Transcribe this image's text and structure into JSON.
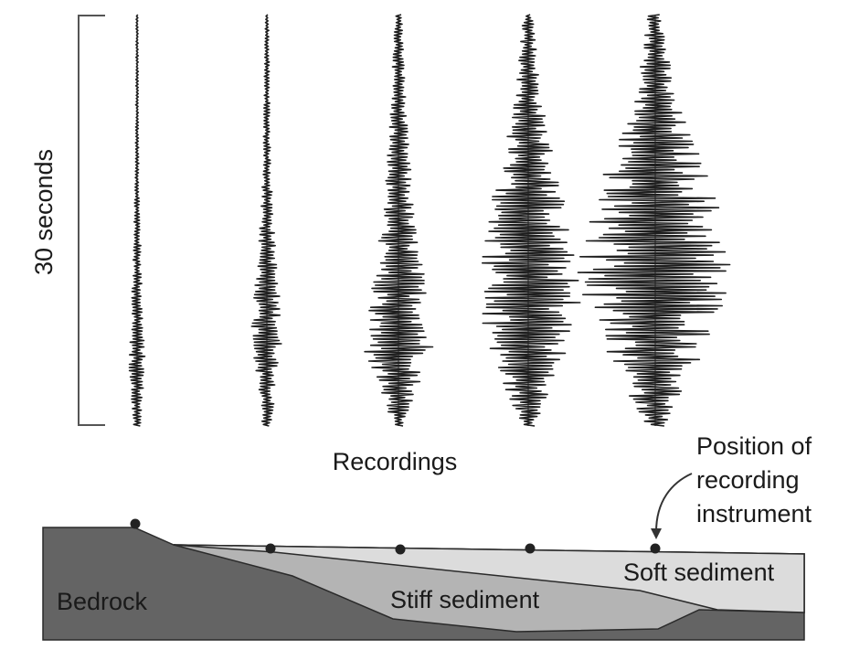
{
  "time_scale": {
    "label": "30 seconds"
  },
  "recordings_label": "Recordings",
  "instrument_callout": {
    "lines": [
      "Position of",
      "recording",
      "instrument"
    ]
  },
  "layers": {
    "bedrock": "Bedrock",
    "stiff": "Stiff sediment",
    "soft": "Soft sediment"
  },
  "colors": {
    "bedrock": "#646464",
    "stiff": "#b4b4b4",
    "soft": "#dcdcdc",
    "trace": "#1e1e1e",
    "outline": "#2a2a2a"
  },
  "traces": [
    {
      "site": "bedrock"
    },
    {
      "site": "sediment-edge"
    },
    {
      "site": "thin-soft-sediment"
    },
    {
      "site": "thicker-soft-sediment"
    },
    {
      "site": "thickest-soft-sediment"
    }
  ]
}
